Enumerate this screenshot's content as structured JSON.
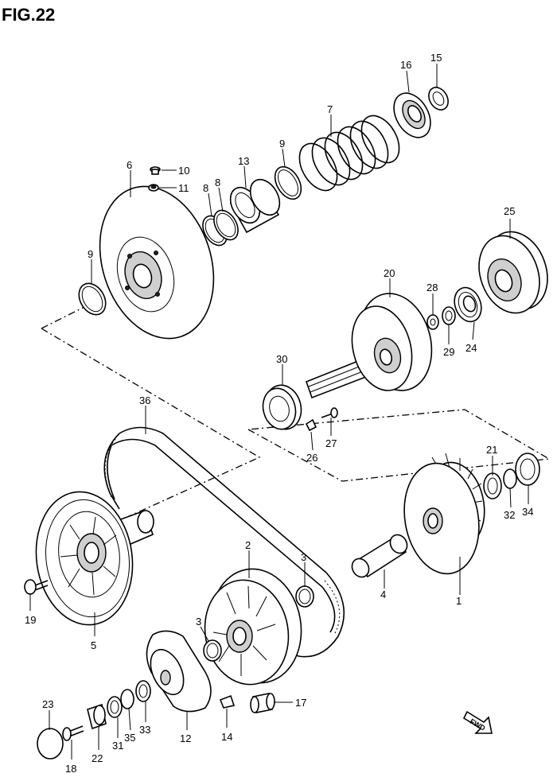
{
  "figure": {
    "title": "FIG.22"
  },
  "fwd_label": "FWD",
  "callouts": [
    {
      "id": "c1",
      "label": "1"
    },
    {
      "id": "c2",
      "label": "2"
    },
    {
      "id": "c3a",
      "label": "3"
    },
    {
      "id": "c3b",
      "label": "3"
    },
    {
      "id": "c4",
      "label": "4"
    },
    {
      "id": "c5",
      "label": "5"
    },
    {
      "id": "c6",
      "label": "6"
    },
    {
      "id": "c7",
      "label": "7"
    },
    {
      "id": "c8a",
      "label": "8"
    },
    {
      "id": "c8b",
      "label": "8"
    },
    {
      "id": "c9a",
      "label": "9"
    },
    {
      "id": "c9b",
      "label": "9"
    },
    {
      "id": "c10",
      "label": "10"
    },
    {
      "id": "c11",
      "label": "11"
    },
    {
      "id": "c12",
      "label": "12"
    },
    {
      "id": "c13",
      "label": "13"
    },
    {
      "id": "c14",
      "label": "14"
    },
    {
      "id": "c15",
      "label": "15"
    },
    {
      "id": "c16",
      "label": "16"
    },
    {
      "id": "c17",
      "label": "17"
    },
    {
      "id": "c18",
      "label": "18"
    },
    {
      "id": "c19",
      "label": "19"
    },
    {
      "id": "c20",
      "label": "20"
    },
    {
      "id": "c21",
      "label": "21"
    },
    {
      "id": "c22",
      "label": "22"
    },
    {
      "id": "c23",
      "label": "23"
    },
    {
      "id": "c24",
      "label": "24"
    },
    {
      "id": "c25",
      "label": "25"
    },
    {
      "id": "c26",
      "label": "26"
    },
    {
      "id": "c27",
      "label": "27"
    },
    {
      "id": "c28",
      "label": "28"
    },
    {
      "id": "c29",
      "label": "29"
    },
    {
      "id": "c30",
      "label": "30"
    },
    {
      "id": "c31",
      "label": "31"
    },
    {
      "id": "c32",
      "label": "32"
    },
    {
      "id": "c33",
      "label": "33"
    },
    {
      "id": "c34",
      "label": "34"
    },
    {
      "id": "c35",
      "label": "35"
    },
    {
      "id": "c36",
      "label": "36"
    }
  ]
}
